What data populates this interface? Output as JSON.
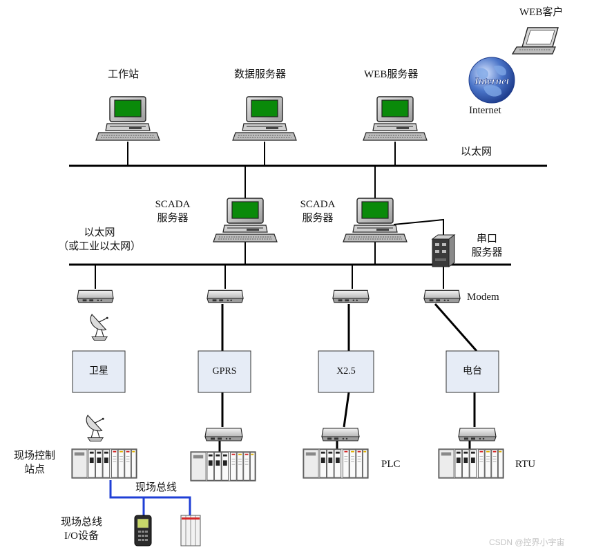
{
  "nodes": {
    "web_client": "WEB客户",
    "internet": "Internet",
    "internet_globe_text": "Internet",
    "workstation": "工作站",
    "data_server": "数据服务器",
    "web_server": "WEB服务器",
    "ethernet_top": "以太网",
    "scada_left": [
      "SCADA",
      "服务器"
    ],
    "scada_right": [
      "SCADA",
      "服务器"
    ],
    "ethernet_mid": [
      "以太网",
      "（或工业以太网）"
    ],
    "serial_server": [
      "串口",
      "服务器"
    ],
    "modem": "Modem",
    "satellite": "卫星",
    "gprs": "GPRS",
    "x25": "X2.5",
    "radio": "电台",
    "field_station": [
      "现场控制",
      "站点"
    ],
    "fieldbus": "现场总线",
    "fieldbus_io": [
      "现场总线",
      "I/O设备"
    ],
    "plc": "PLC",
    "rtu": "RTU"
  },
  "watermark": "CSDN @控界小宇宙",
  "colors": {
    "screen": "#0a8a0a",
    "box_fill": "#e6ecf6",
    "fieldbus_line": "#1f3fd6",
    "globe": "#4a74c8"
  }
}
